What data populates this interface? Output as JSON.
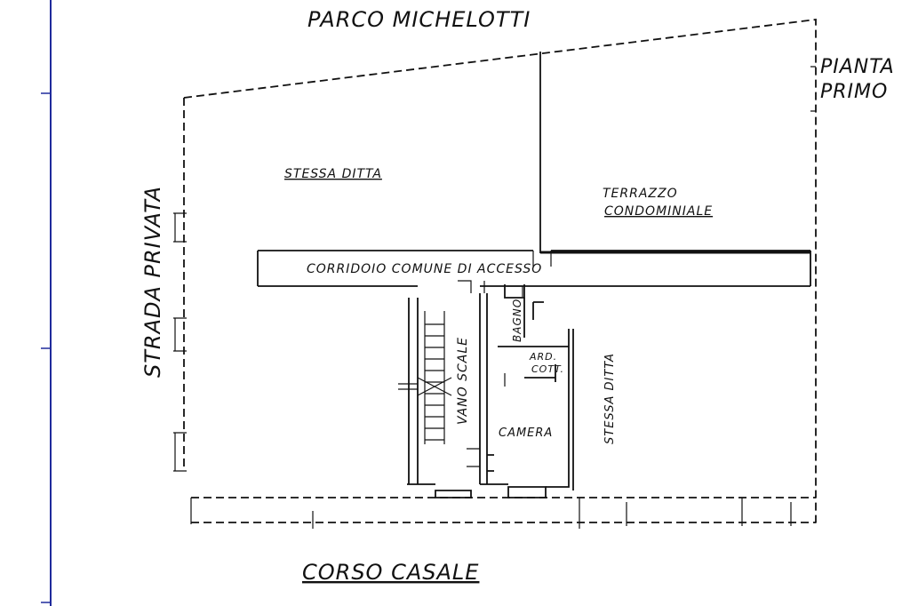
{
  "drawing": {
    "park_name": "PARCO MICHELOTTI",
    "title_line1": "PIANTA",
    "title_line2": "PRIMO",
    "road_left": "STRADA  PRIVATA",
    "road_bottom": "CORSO CASALE",
    "rooms": {
      "same_owner_top": "STESSA  DITTA",
      "terrace_line1": "TERRAZZO",
      "terrace_line2": "CONDOMINIALE",
      "corridor": "CORRIDOIO   COMUNE    DI    ACCESSO",
      "stairwell": "VANO SCALE",
      "bathroom": "BAGNO",
      "closet_line1": "ARD.",
      "closet_line2": "COTT.",
      "bedroom": "CAMERA",
      "same_owner_right": "STESSA DITTA"
    },
    "colors": {
      "ink": "#111111",
      "margin_line": "#1f2a9c",
      "paper": "#ffffff"
    }
  }
}
